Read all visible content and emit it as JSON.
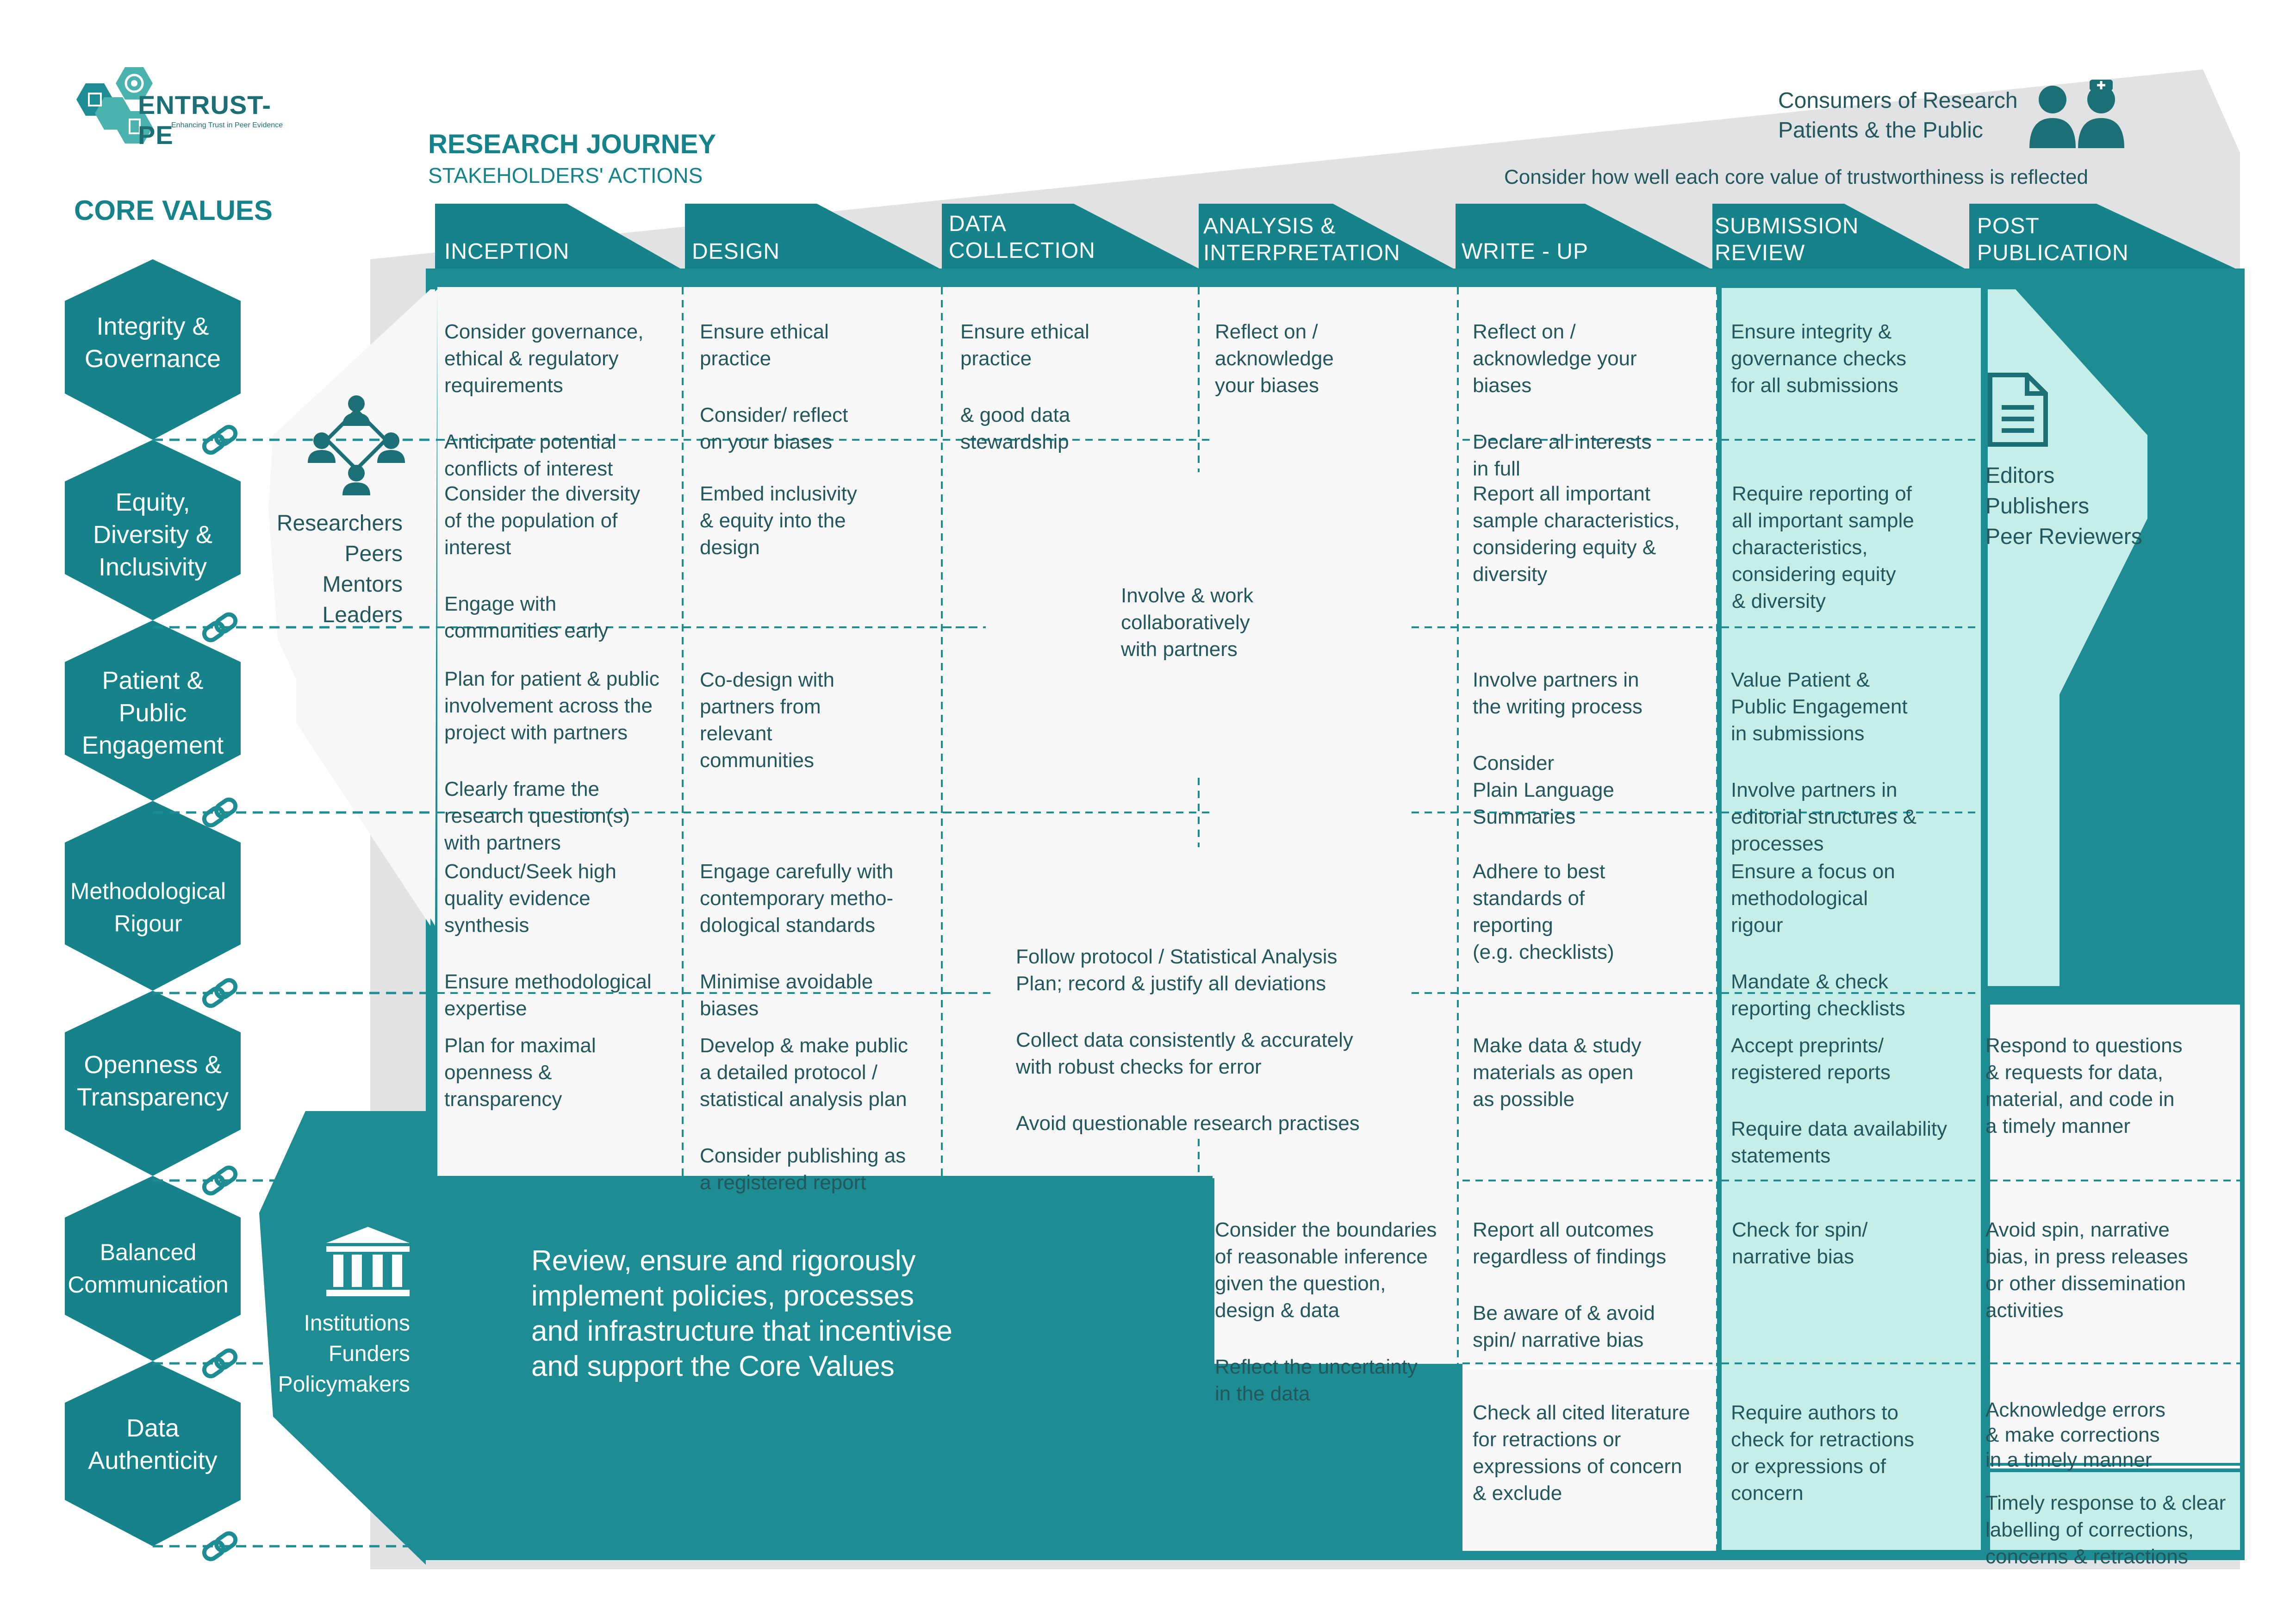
{
  "logo": {
    "name": "ENTRUST-PE",
    "tagline": "Enhancing Trust in Peer Evidence"
  },
  "colors": {
    "teal": "#16838a",
    "teal_dark": "#1c7077",
    "teal_light": "#c6eee9",
    "grey": "#e1e2e3",
    "text": "#23575c"
  },
  "header": {
    "title": "RESEARCH JOURNEY",
    "subtitle": "STAKEHOLDERS' ACTIONS",
    "consumers": "Consumers of Research\nPatients & the Public",
    "note": "Consider how well each core value of trustworthiness is reflected"
  },
  "core_values": {
    "title": "CORE VALUES",
    "items": [
      "Integrity &\nGovernance",
      "Equity,\nDiversity &\nInclusivity",
      "Patient &\nPublic\nEngagement",
      "Methodological\nRigour",
      "Openness &\nTransparency",
      "Balanced\nCommunication",
      "Data\nAuthenticity"
    ]
  },
  "stages": [
    "INCEPTION",
    "DESIGN",
    "DATA\nCOLLECTION",
    "ANALYSIS &\nINTERPRETATION",
    "WRITE - UP",
    "SUBMISSION\nREVIEW",
    "POST\nPUBLICATION"
  ],
  "stakeholders": {
    "researchers": "Researchers\nPeers\nMentors\nLeaders",
    "editors": "Editors\nPublishers\nPeer Reviewers",
    "institutions": "Institutions\nFunders\nPolicymakers"
  },
  "institutions_message": "Review, ensure and rigorously\nimplement policies,  processes\nand infrastructure that incentivise\nand support the Core Values",
  "cells": {
    "inception": [
      [
        "Consider governance,\nethical & regulatory\nrequirements",
        "Anticipate potential\nconflicts of interest"
      ],
      [
        "Consider the diversity\nof the population of\ninterest",
        "Engage with\ncommunities early"
      ],
      [
        "Plan for patient & public\ninvolvement across the\nproject with partners",
        "Clearly frame the\nresearch question(s)\nwith partners"
      ],
      [
        "Conduct/Seek  high\nquality evidence\nsynthesis",
        "Ensure methodological\nexpertise"
      ],
      [
        "Plan for maximal\nopenness &\ntransparency"
      ]
    ],
    "design": [
      [
        "Ensure ethical\npractice",
        "Consider/ reflect\non your biases"
      ],
      [
        "Embed inclusivity\n& equity into the\ndesign"
      ],
      [
        "Co-design with\npartners from\nrelevant\ncommunities"
      ],
      [
        "Engage carefully with\ncontemporary metho-\ndological standards",
        "Minimise avoidable\nbiases"
      ],
      [
        "Develop & make public\na detailed protocol /\nstatistical analysis plan",
        "Consider publishing as\na registered report"
      ]
    ],
    "data_collection": [
      [
        "Ensure ethical\npractice",
        "& good data\nstewardship"
      ]
    ],
    "analysis": [
      [
        "Reflect on /\nacknowledge\nyour biases"
      ],
      [
        "Consider the boundaries\nof reasonable inference\ngiven the question,\ndesign & data",
        "Reflect the uncertainty\nin the data"
      ]
    ],
    "shared_partners": "Involve & work\ncollaboratively\nwith partners",
    "shared_protocol": [
      "Follow protocol / Statistical Analysis\nPlan; record & justify all deviations",
      "Collect data consistently & accurately\nwith robust checks for error",
      "Avoid questionable research practises"
    ],
    "write_up": [
      [
        "Reflect on /\nacknowledge your\nbiases",
        "Declare all interests\nin full"
      ],
      [
        "Report  all important\nsample characteristics,\nconsidering equity &\ndiversity"
      ],
      [
        "Involve partners in\nthe writing process",
        "Consider\nPlain Language\nSummaries"
      ],
      [
        "Adhere to best\nstandards of\nreporting\n(e.g. checklists)"
      ],
      [
        "Make data & study\nmaterials as open\nas possible"
      ],
      [
        "Report all outcomes\nregardless of findings",
        "Be aware of & avoid\nspin/ narrative bias"
      ],
      [
        "Check all cited literature\nfor retractions or\nexpressions of concern\n& exclude"
      ]
    ],
    "submission": [
      [
        "Ensure integrity &\ngovernance checks\nfor all submissions"
      ],
      [
        "Require reporting of\nall important sample\ncharacteristics,\nconsidering equity\n& diversity"
      ],
      [
        "Value Patient &\nPublic Engagement\nin submissions",
        "Involve partners in\neditorial structures &\nprocesses"
      ],
      [
        "Ensure a focus on\nmethodological\nrigour",
        "Mandate & check\nreporting checklists"
      ],
      [
        "Accept preprints/\nregistered reports",
        "Require data availability\nstatements"
      ],
      [
        "Check for spin/\nnarrative bias"
      ],
      [
        "Require authors to\ncheck for retractions\nor expressions of\nconcern"
      ]
    ],
    "post_publication": [
      [
        "Respond to questions\n& requests for data,\nmaterial, and code in\na timely manner"
      ],
      [
        "Avoid spin, narrative\nbias, in press releases\nor other dissemination\nactivities"
      ],
      [
        "Acknowledge errors\n& make corrections\nin a timely manner"
      ],
      [
        "Timely response to & clear\nlabelling of corrections,\nconcerns & retractions"
      ]
    ]
  }
}
